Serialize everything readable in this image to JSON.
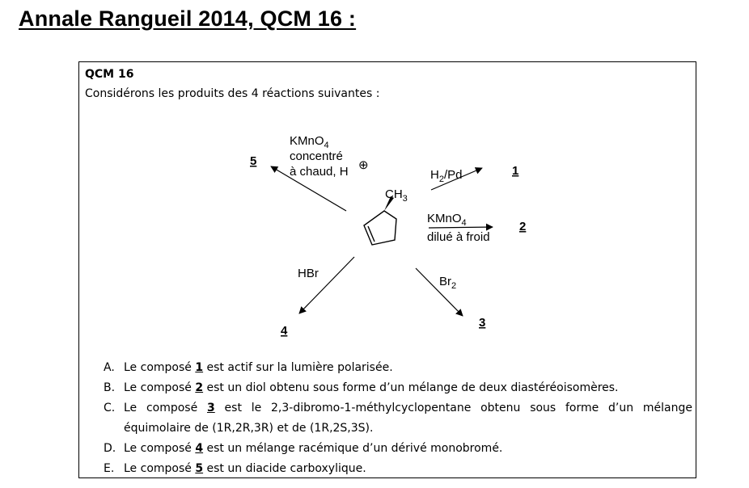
{
  "header": {
    "title": "Annale Rangueil 2014, QCM 16 :"
  },
  "question": {
    "heading": "QCM 16",
    "intro": "Considérons les produits des 4 réactions suivantes :"
  },
  "scheme": {
    "substituent": "CH",
    "substituent_sub": "3",
    "reactions": [
      {
        "product": "5",
        "reagent_lines": [
          "KMnO",
          "concentré",
          "à chaud, H"
        ],
        "reagent_sub": "4",
        "charge": "⊕"
      },
      {
        "product": "1",
        "reagent": "H",
        "reagent_sub": "2",
        "reagent_suffix": "/Pd"
      },
      {
        "product": "2",
        "reagent": "KMnO",
        "reagent_sub": "4",
        "reagent_line2": "dilué à froid"
      },
      {
        "product": "4",
        "reagent": "HBr"
      },
      {
        "product": "3",
        "reagent": "Br",
        "reagent_sub": "2"
      }
    ]
  },
  "answers": [
    {
      "letter": "A.",
      "pre": "Le composé ",
      "ref": "1",
      "post": " est actif sur la lumière polarisée."
    },
    {
      "letter": "B.",
      "pre": "Le composé ",
      "ref": "2",
      "post": " est un diol obtenu sous forme d’un mélange de deux diastéréoisomères."
    },
    {
      "letter": "C.",
      "pre": "Le composé ",
      "ref": "3",
      "post": " est le 2,3-dibromo-1-méthylcyclopentane obtenu sous forme d’un mélange équimolaire de (1R,2R,3R) et de (1R,2S,3S)."
    },
    {
      "letter": "D.",
      "pre": "Le composé ",
      "ref": "4",
      "post": " est un mélange racémique d’un dérivé monobromé."
    },
    {
      "letter": "E.",
      "pre": "Le composé ",
      "ref": "5",
      "post": " est un diacide carboxylique."
    }
  ]
}
